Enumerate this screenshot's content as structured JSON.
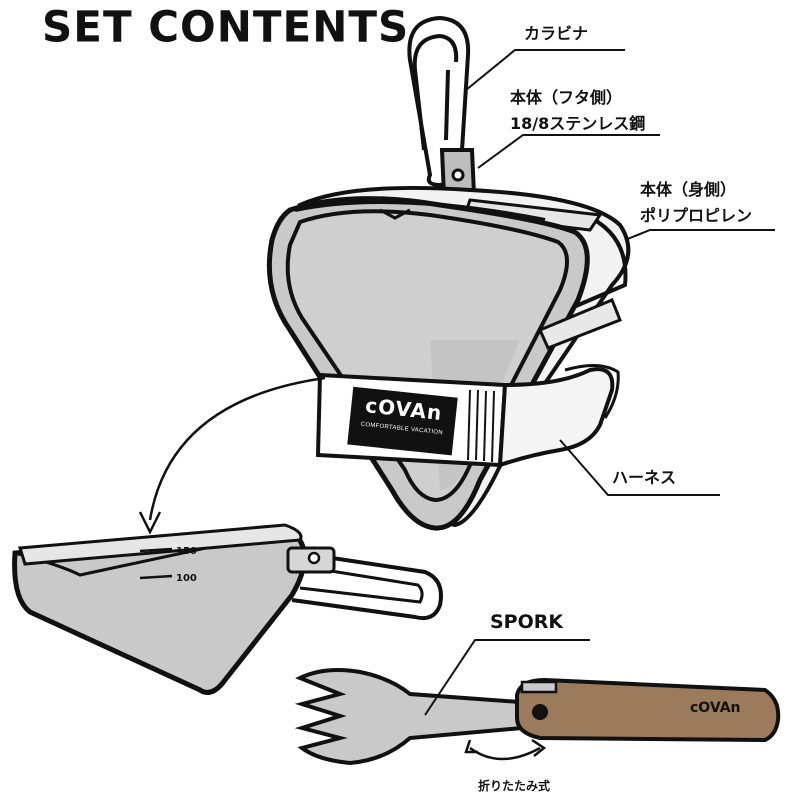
{
  "title": "SET CONTENTS",
  "brand": {
    "logo": "cOVAn",
    "tagline": "COMFORTABLE VACATION",
    "handle_logo": "cOVAn"
  },
  "parts": {
    "carabiner": "カラビナ",
    "lid_line1": "本体（フタ側）",
    "lid_line2": "18/8ステンレス鋼",
    "body_line1": "本体（身側）",
    "body_line2": "ポリプロピレン",
    "harness": "ハーネス",
    "spork": "SPORK",
    "folding": "折りたたみ式"
  },
  "measure_marks": [
    "150",
    "100"
  ],
  "colors": {
    "outline": "#111111",
    "body_gray": "#c8c8c8",
    "light_gray": "#e6e6e6",
    "handle_brown": "#9b7b5b",
    "background": "#ffffff"
  }
}
